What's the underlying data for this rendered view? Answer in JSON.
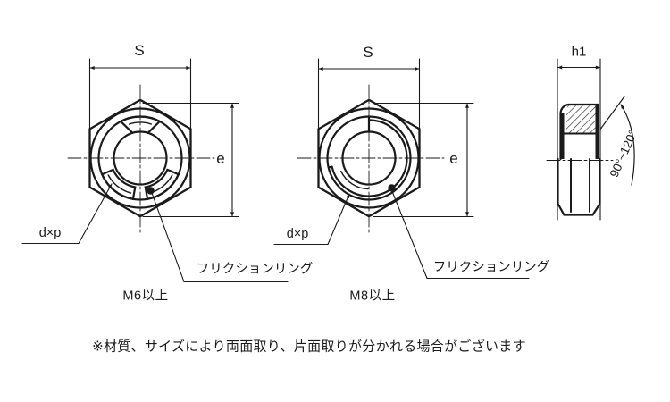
{
  "colors": {
    "line": "#1a1a1a",
    "background": "#ffffff"
  },
  "views": {
    "m6": {
      "width_dim_label": "S",
      "corner_dim_label": "e",
      "thread_label": "d×p",
      "ring_label": "フリクションリング",
      "caption": "M6以上"
    },
    "m8": {
      "width_dim_label": "S",
      "corner_dim_label": "e",
      "thread_label": "d×p",
      "ring_label": "フリクションリング",
      "caption": "M8以上"
    },
    "side": {
      "height_dim_label": "h1",
      "angle_label": "90°~120°"
    }
  },
  "note": "※材質、サイズにより両面取り、片面取りが分かれる場合がございます"
}
